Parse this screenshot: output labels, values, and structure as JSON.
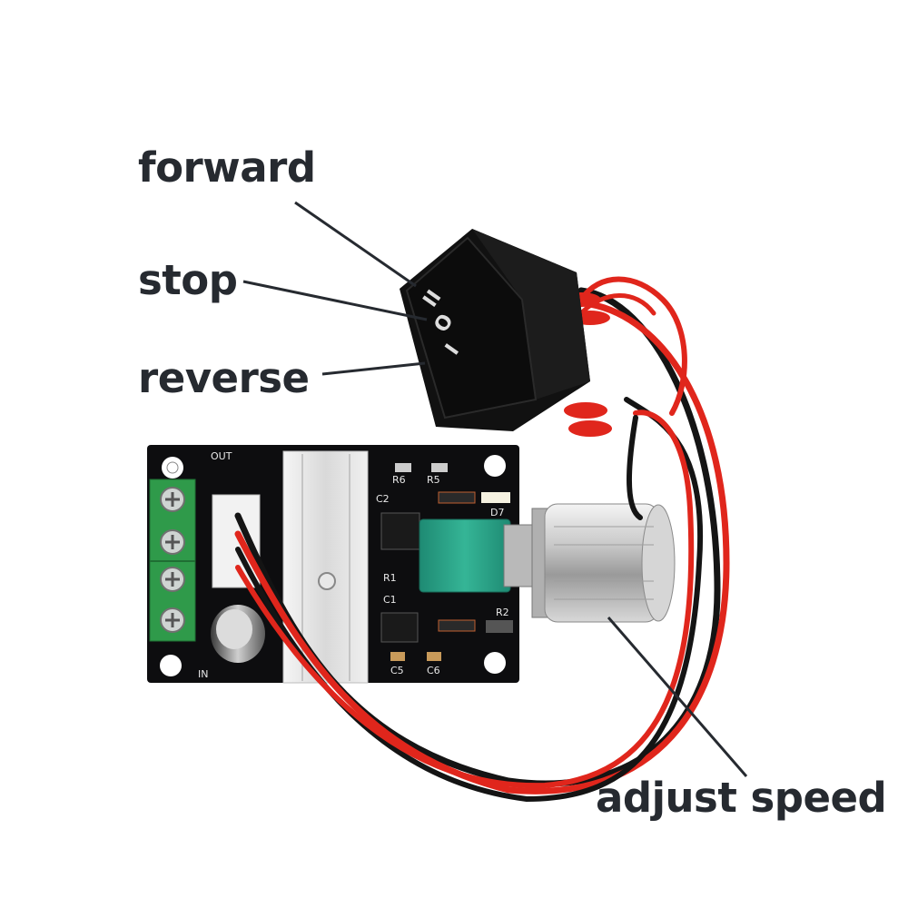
{
  "labels": {
    "forward": "forward",
    "stop": "stop",
    "reverse": "reverse",
    "adjust_speed": "adjust speed"
  },
  "switch_marks": {
    "forward": "II",
    "stop": "O",
    "reverse": "I"
  },
  "board": {
    "out": "OUT",
    "in": "IN",
    "components": [
      "R6",
      "R5",
      "C2",
      "D7",
      "R1",
      "C1",
      "R2",
      "C5",
      "C6"
    ]
  },
  "colors": {
    "text": "#262a30",
    "pcb": "#0d0d0f",
    "terminal": "#2f9a4a",
    "potentiometer": "#2a9e86",
    "wire_red": "#e0261c",
    "wire_black": "#141414",
    "switch": "#111111"
  }
}
